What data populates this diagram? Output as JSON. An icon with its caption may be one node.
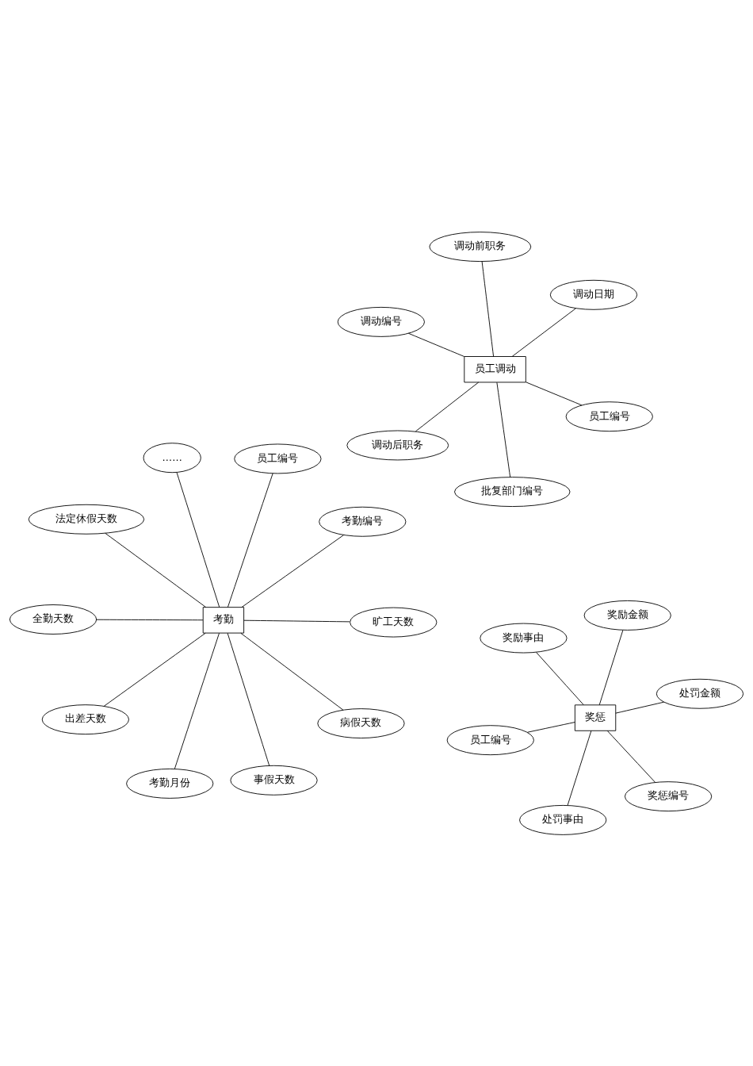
{
  "diagram": {
    "nodes": [
      {
        "text": [
          "考勤"
        ]
      },
      {
        "text": [
          "考勤编号"
        ]
      },
      {
        "text": [
          "考勤月份"
        ]
      },
      {
        "text": [
          "……"
        ]
      },
      {
        "text": [
          "员工编号"
        ]
      },
      {
        "text": [
          "法定休假天数"
        ]
      },
      {
        "text": [
          "全勤天数"
        ]
      },
      {
        "text": [
          "旷工天数"
        ]
      },
      {
        "text": [
          "出差天数"
        ]
      },
      {
        "text": [
          "病假天数"
        ]
      },
      {
        "text": [
          "事假天数"
        ]
      },
      {
        "text": [
          "调动编号"
        ]
      },
      {
        "text": [
          "员工编号"
        ]
      },
      {
        "text": [
          "批复部门编号"
        ]
      },
      {
        "text": [
          "员工调动"
        ]
      },
      {
        "text": [
          "调动日期"
        ]
      },
      {
        "text": [
          "调动前职务"
        ]
      },
      {
        "text": [
          "调动后职务"
        ]
      },
      {
        "text": [
          "员工编号"
        ]
      },
      {
        "text": [
          "奖惩编号"
        ]
      },
      {
        "text": [
          "奖惩"
        ]
      },
      {
        "text": [
          "奖励事由"
        ]
      },
      {
        "text": [
          "处罚金额"
        ]
      },
      {
        "text": [
          "奖励金额"
        ]
      },
      {
        "text": [
          "处罚事由"
        ]
      }
    ],
    "edges": [
      {
        "from": 0,
        "to": 1,
        "arrow": "none"
      },
      {
        "from": 0,
        "to": 2,
        "arrow": "none"
      },
      {
        "from": 0,
        "to": 3,
        "arrow": "none"
      },
      {
        "from": 0,
        "to": 4,
        "arrow": "none"
      },
      {
        "from": 0,
        "to": 5,
        "arrow": "none"
      },
      {
        "from": 0,
        "to": 6,
        "arrow": "none"
      },
      {
        "from": 0,
        "to": 7,
        "arrow": "none"
      },
      {
        "from": 0,
        "to": 8,
        "arrow": "none"
      },
      {
        "from": 0,
        "to": 9,
        "arrow": "none"
      },
      {
        "from": 0,
        "to": 10,
        "arrow": "none"
      },
      {
        "from": 14,
        "to": 11,
        "arrow": "none"
      },
      {
        "from": 14,
        "to": 12,
        "arrow": "none"
      },
      {
        "from": 14,
        "to": 13,
        "arrow": "none"
      },
      {
        "from": 14,
        "to": 15,
        "arrow": "none"
      },
      {
        "from": 14,
        "to": 16,
        "arrow": "none"
      },
      {
        "from": 14,
        "to": 17,
        "arrow": "none"
      },
      {
        "from": 20,
        "to": 18,
        "arrow": "none"
      },
      {
        "from": 20,
        "to": 19,
        "arrow": "none"
      },
      {
        "from": 20,
        "to": 21,
        "arrow": "none"
      },
      {
        "from": 20,
        "to": 22,
        "arrow": "none"
      },
      {
        "from": 20,
        "to": 23,
        "arrow": "none"
      },
      {
        "from": 20,
        "to": 24,
        "arrow": "none"
      }
    ]
  }
}
